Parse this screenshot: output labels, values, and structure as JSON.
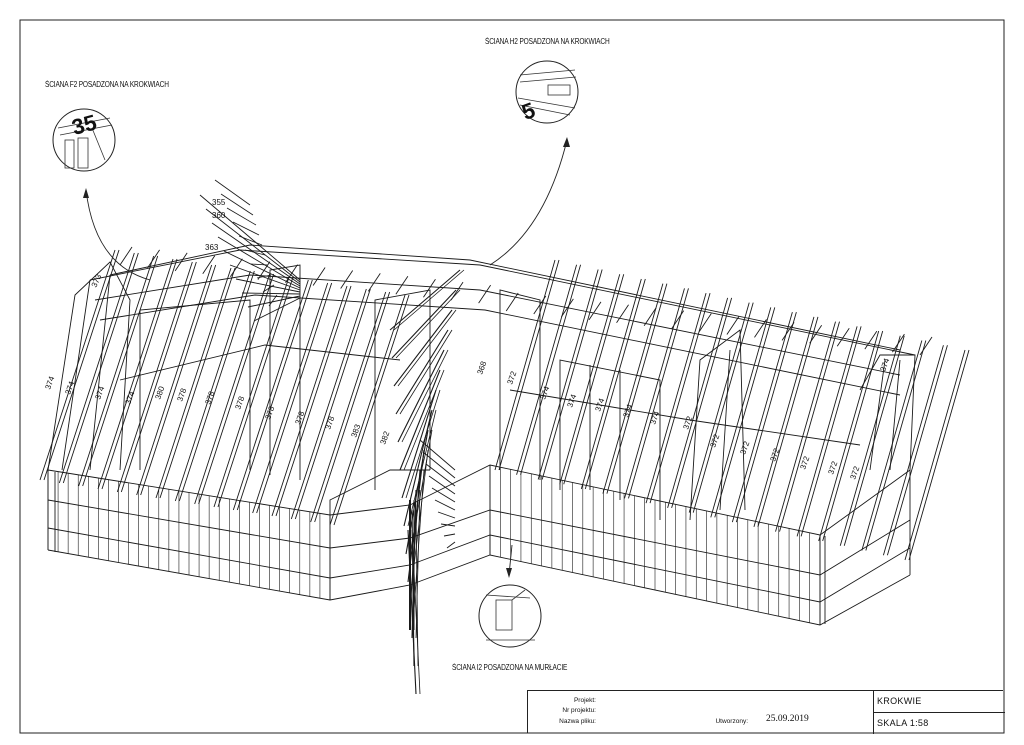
{
  "callouts": {
    "f2": "ŚCIANA F2 POSADZONA NA KROKWIACH",
    "h2": "ŚCIANA H2 POSADZONA NA KROKWIACH",
    "i2": "ŚCIANA I2 POSADZONA NA MURŁACIE"
  },
  "detail_numbers": {
    "f2": "35",
    "h2": "5"
  },
  "rafter_labels": [
    {
      "text": "373"
    },
    {
      "text": "374"
    },
    {
      "text": "374"
    },
    {
      "text": "374"
    },
    {
      "text": "374"
    },
    {
      "text": "380"
    },
    {
      "text": "378"
    },
    {
      "text": "378"
    },
    {
      "text": "378"
    },
    {
      "text": "378"
    },
    {
      "text": "378"
    },
    {
      "text": "378"
    },
    {
      "text": "383"
    },
    {
      "text": "382"
    },
    {
      "text": "355"
    },
    {
      "text": "360"
    },
    {
      "text": "363"
    },
    {
      "text": "368"
    },
    {
      "text": "372"
    },
    {
      "text": "374"
    },
    {
      "text": "374"
    },
    {
      "text": "374"
    },
    {
      "text": "374"
    },
    {
      "text": "374"
    },
    {
      "text": "372"
    },
    {
      "text": "372"
    },
    {
      "text": "372"
    },
    {
      "text": "372"
    },
    {
      "text": "372"
    },
    {
      "text": "372"
    },
    {
      "text": "372"
    },
    {
      "text": "374"
    }
  ],
  "title_block": {
    "project_label": "Projekt:",
    "project_number_label": "Nr projektu:",
    "file_name_label": "Nazwa pliku:",
    "created_label": "Utworzony:",
    "created_date": "25.09.2019",
    "drawing_title": "KROKWIE",
    "scale": "SKALA 1:58"
  }
}
